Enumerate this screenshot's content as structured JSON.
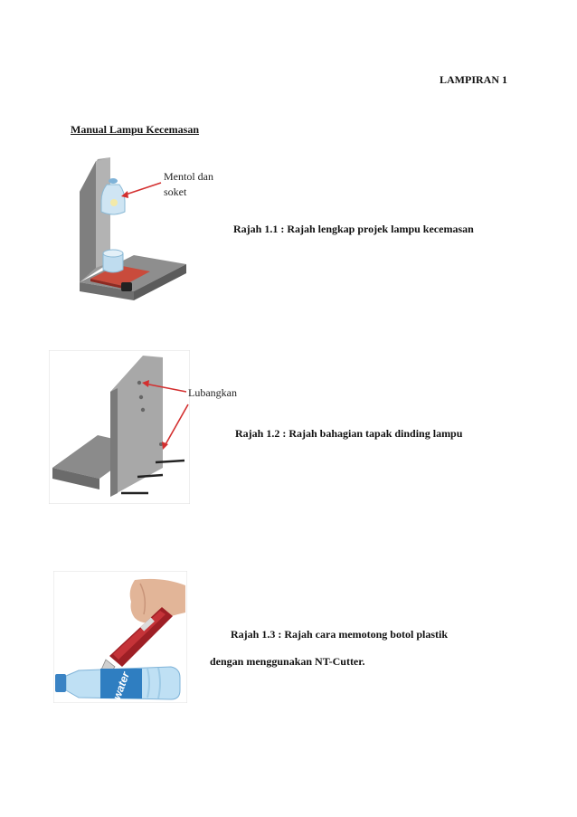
{
  "page": {
    "heading": "LAMPIRAN 1",
    "section_title": "Manual Lampu Kecemasan"
  },
  "figure1": {
    "callout_line1": "Mentol dan",
    "callout_line2": "soket",
    "caption": "Rajah 1.1 : Rajah lengkap projek lampu  kecemasan"
  },
  "figure2": {
    "callout": "Lubangkan",
    "caption": "Rajah 1.2 : Rajah bahagian tapak dinding lampu"
  },
  "figure3": {
    "bottle_label": "water",
    "caption_line1": "Rajah 1.3 : Rajah cara memotong botol plastik",
    "caption_line2": "dengan menggunakan NT-Cutter."
  }
}
